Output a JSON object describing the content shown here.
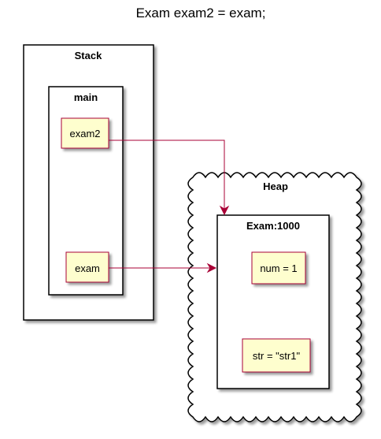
{
  "title": "Exam exam2 = exam;",
  "stack": {
    "label": "Stack",
    "main": {
      "label": "main",
      "vars": [
        "exam2",
        "exam"
      ]
    }
  },
  "heap": {
    "label": "Heap",
    "object": {
      "label": "Exam:1000",
      "fields": [
        "num = 1",
        "str = \"str1\""
      ]
    }
  },
  "colors": {
    "note_fill": "#FEFECE",
    "arrow": "#A80036",
    "frame": "#000000"
  },
  "references": [
    {
      "from": "exam2",
      "to": "Exam:1000"
    },
    {
      "from": "exam",
      "to": "Exam:1000"
    }
  ]
}
